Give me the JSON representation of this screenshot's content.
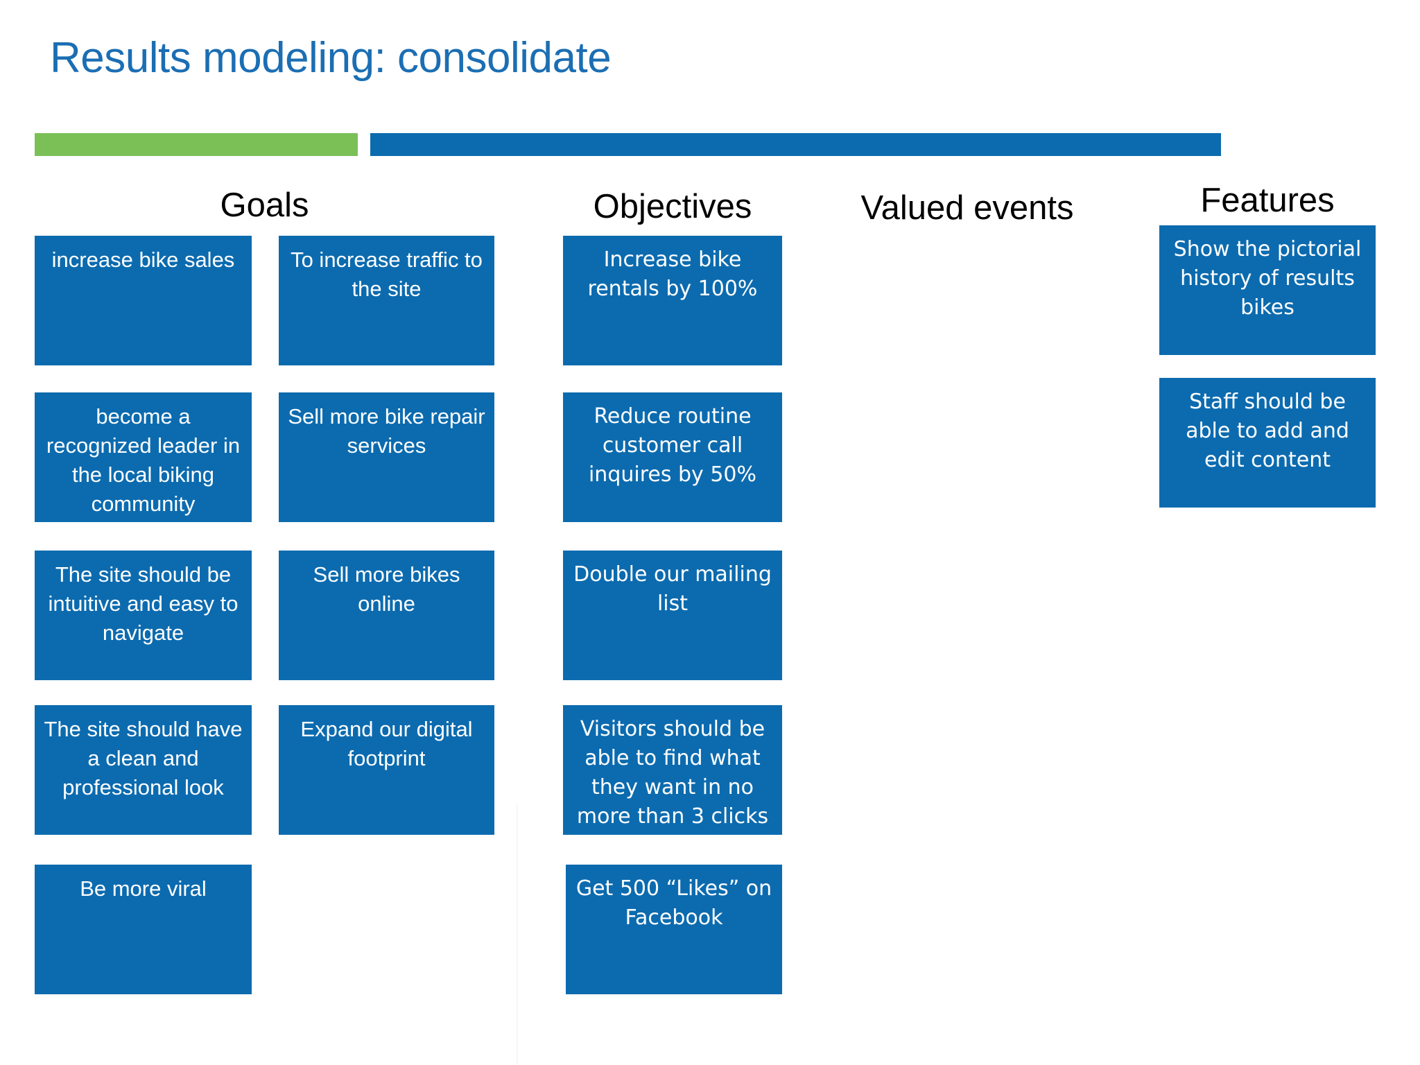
{
  "slide": {
    "title": "Results modeling: consolidate",
    "title_color": "#1B6EB3",
    "accent_green": "#7BC057",
    "accent_blue": "#0C6BAF",
    "card_text_color": "#FFFFFF",
    "background": "#FFFFFF"
  },
  "columns": {
    "goals": {
      "header": "Goals",
      "left_cards": [
        {
          "text": "increase bike sales"
        },
        {
          "text": "become a recognized leader in the local biking community"
        },
        {
          "text": "The site should be intuitive and easy to navigate"
        },
        {
          "text": "The site should have a clean and professional look"
        },
        {
          "text": "Be more viral"
        }
      ],
      "right_cards": [
        {
          "text": "To increase traffic to the site"
        },
        {
          "text": "Sell more bike repair services"
        },
        {
          "text": "Sell more bikes online"
        },
        {
          "text": "Expand our digital footprint"
        }
      ]
    },
    "objectives": {
      "header": "Objectives",
      "cards": [
        {
          "text": "Increase bike rentals by 100%"
        },
        {
          "text": "Reduce routine customer call inquires by 50%"
        },
        {
          "text": "Double our mailing list"
        },
        {
          "text": "Visitors should be able to find what they want in no more than 3 clicks"
        },
        {
          "text": "Get 500 “Likes” on Facebook"
        }
      ]
    },
    "valued_events": {
      "header": "Valued events",
      "cards": []
    },
    "features": {
      "header": "Features",
      "cards": [
        {
          "text": "Show the pictorial history of results bikes"
        },
        {
          "text": "Staff should be able to add and edit content"
        }
      ]
    }
  }
}
